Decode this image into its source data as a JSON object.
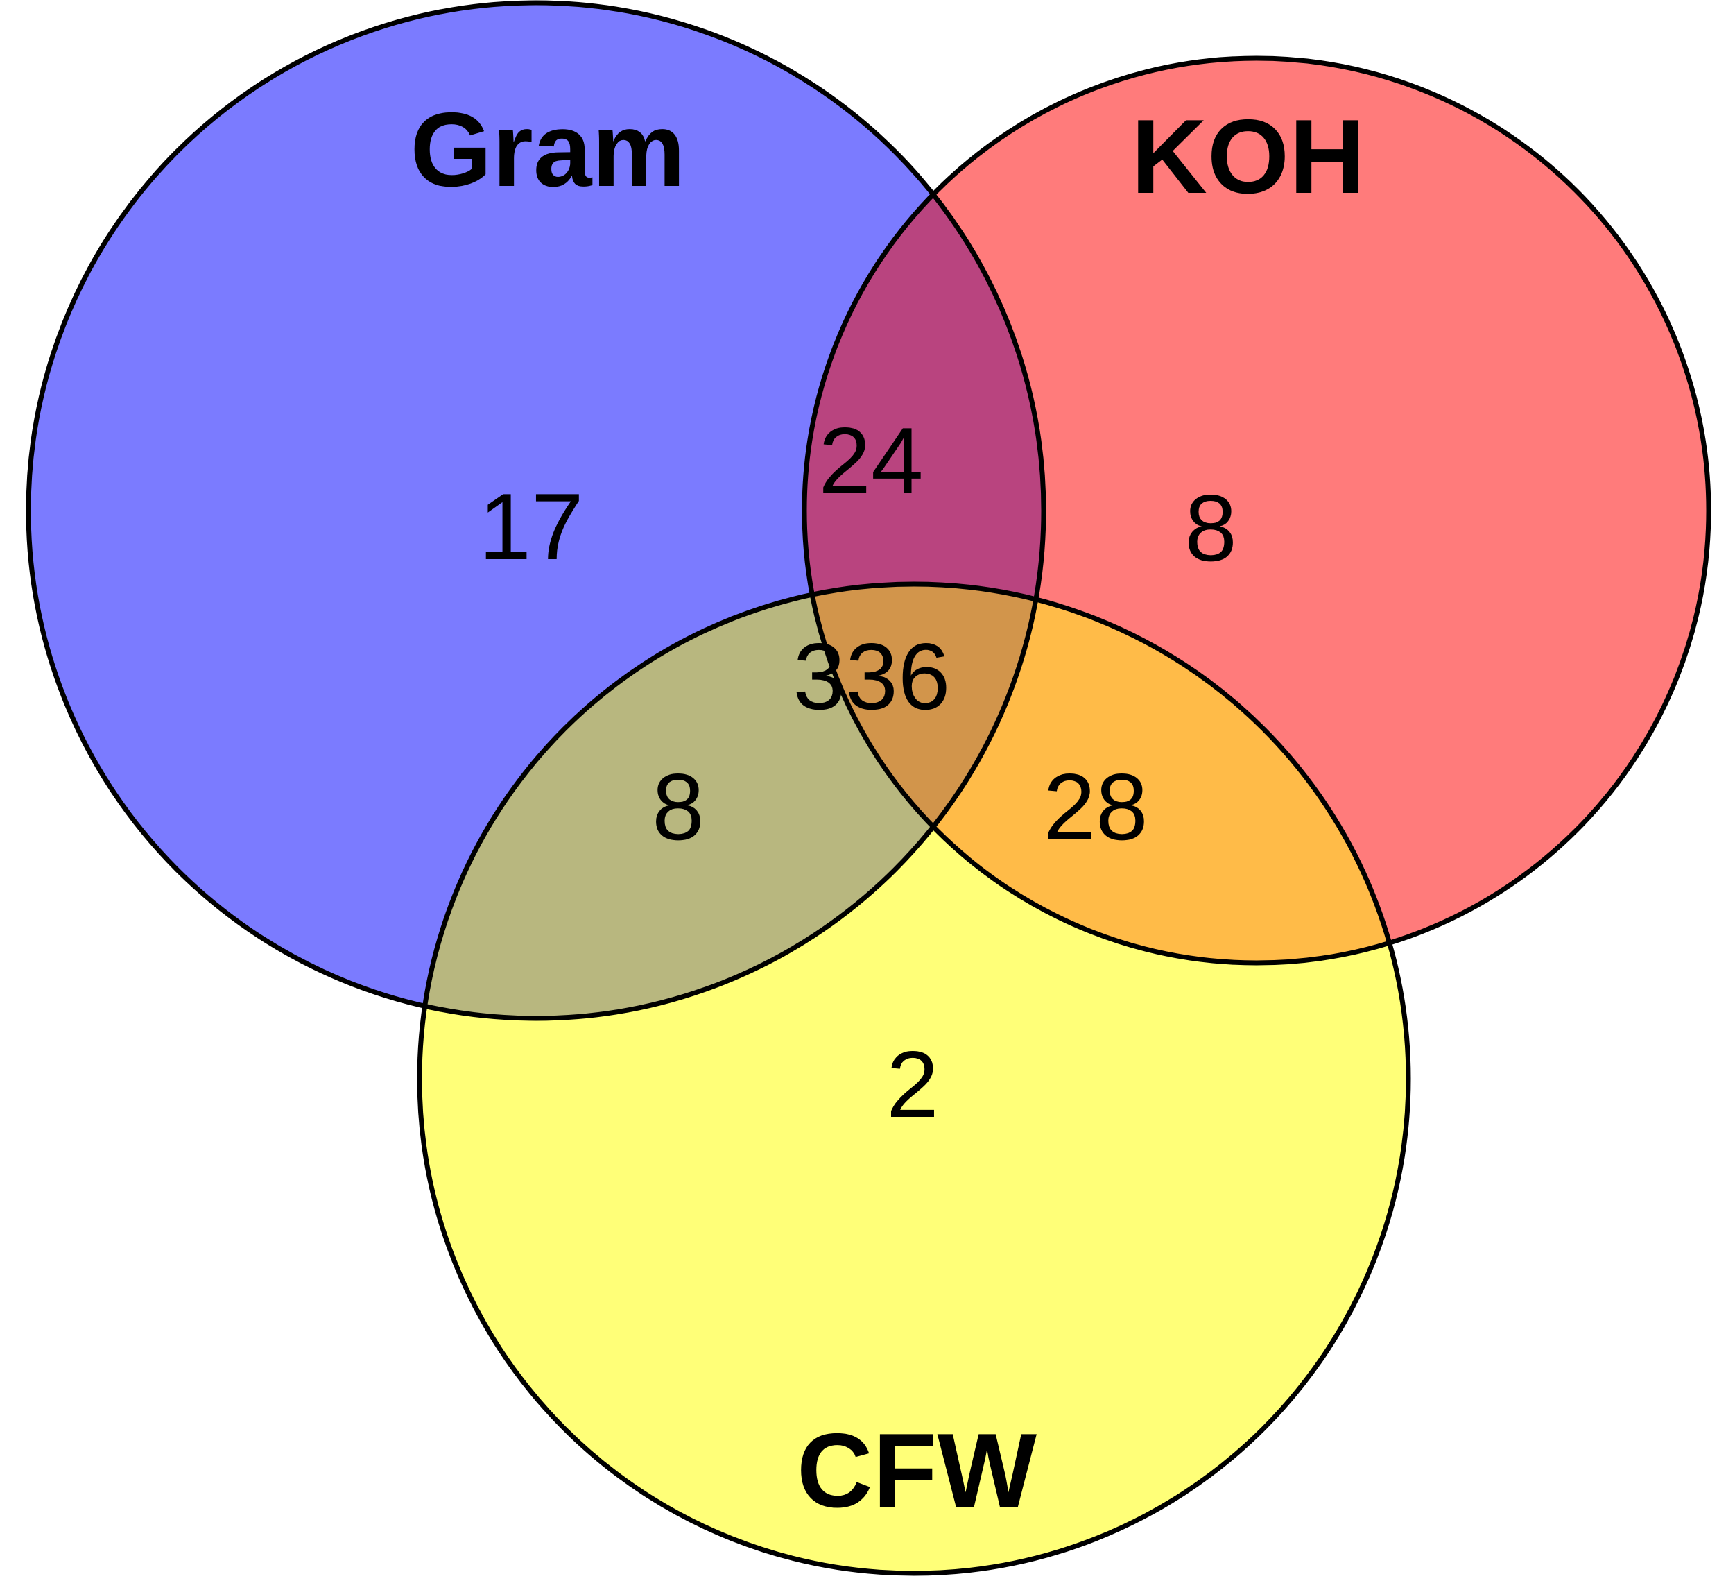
{
  "diagram": {
    "type": "venn3",
    "sets": [
      {
        "key": "gram",
        "label": "Gram",
        "color": "#7b7bff"
      },
      {
        "key": "koh",
        "label": "KOH",
        "color": "#ff7b7b"
      },
      {
        "key": "cfw",
        "label": "CFW",
        "color": "#ffff78"
      }
    ],
    "regions": {
      "gram_only": "17",
      "koh_only": "8",
      "cfw_only": "2",
      "gram_koh": "24",
      "gram_cfw": "8",
      "koh_cfw": "28",
      "all_three": "336"
    },
    "region_colors": {
      "gram_koh": "#b9447f",
      "gram_cfw": "#b8b77f",
      "koh_cfw": "#ffbb48",
      "all_three": "#d2954b"
    }
  }
}
